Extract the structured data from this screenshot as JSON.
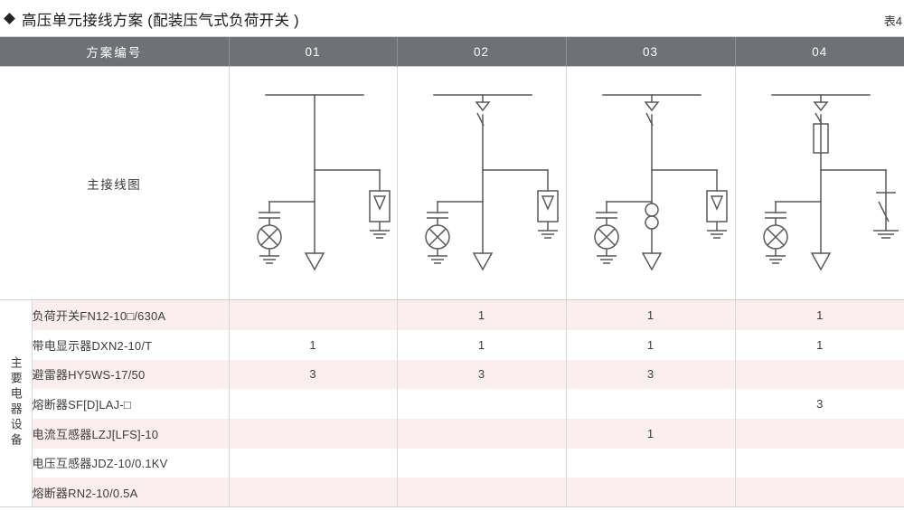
{
  "header": {
    "bullet_icon": "diamond-bullet",
    "title": "高压单元接线方案 (配装压气式负荷开关 )",
    "table_number": "表4"
  },
  "table": {
    "col_header_label": "方案编号",
    "scheme_numbers": [
      "01",
      "02",
      "03",
      "04"
    ],
    "diagram_row_label": "主接线图",
    "side_label": "主要电器设备",
    "equipment": [
      {
        "name": "负荷开关FN12-10□/630A",
        "values": [
          "",
          "1",
          "1",
          "1"
        ]
      },
      {
        "name": "带电显示器DXN2-10/T",
        "values": [
          "1",
          "1",
          "1",
          "1"
        ]
      },
      {
        "name": "避雷器HY5WS-17/50",
        "values": [
          "3",
          "3",
          "3",
          ""
        ]
      },
      {
        "name": "熔断器SF[D]LAJ-□",
        "values": [
          "",
          "",
          "",
          "3"
        ]
      },
      {
        "name": "电流互感器LZJ[LFS]-10",
        "values": [
          "",
          "",
          "1",
          ""
        ]
      },
      {
        "name": "电压互感器JDZ-10/0.1KV",
        "values": [
          "",
          "",
          "",
          ""
        ]
      },
      {
        "name": "熔断器RN2-10/0.5A",
        "values": [
          "",
          "",
          "",
          ""
        ]
      }
    ]
  },
  "colors": {
    "header_bg": "#6e7175",
    "row_pink": "#fbeeee",
    "row_white": "#ffffff",
    "line": "#595959",
    "border": "#cfcfcf"
  },
  "diagrams": [
    {
      "scheme": "01",
      "symbols": [
        "busbar",
        "voltage-indicator",
        "surge-arrester",
        "cable-termination"
      ]
    },
    {
      "scheme": "02",
      "symbols": [
        "busbar",
        "load-break-switch",
        "voltage-indicator",
        "surge-arrester",
        "cable-termination"
      ]
    },
    {
      "scheme": "03",
      "symbols": [
        "busbar",
        "load-break-switch",
        "current-transformer",
        "voltage-indicator",
        "surge-arrester",
        "cable-termination"
      ]
    },
    {
      "scheme": "04",
      "symbols": [
        "busbar",
        "load-break-switch",
        "fuse",
        "earthing-switch",
        "voltage-indicator",
        "cable-termination"
      ]
    }
  ]
}
